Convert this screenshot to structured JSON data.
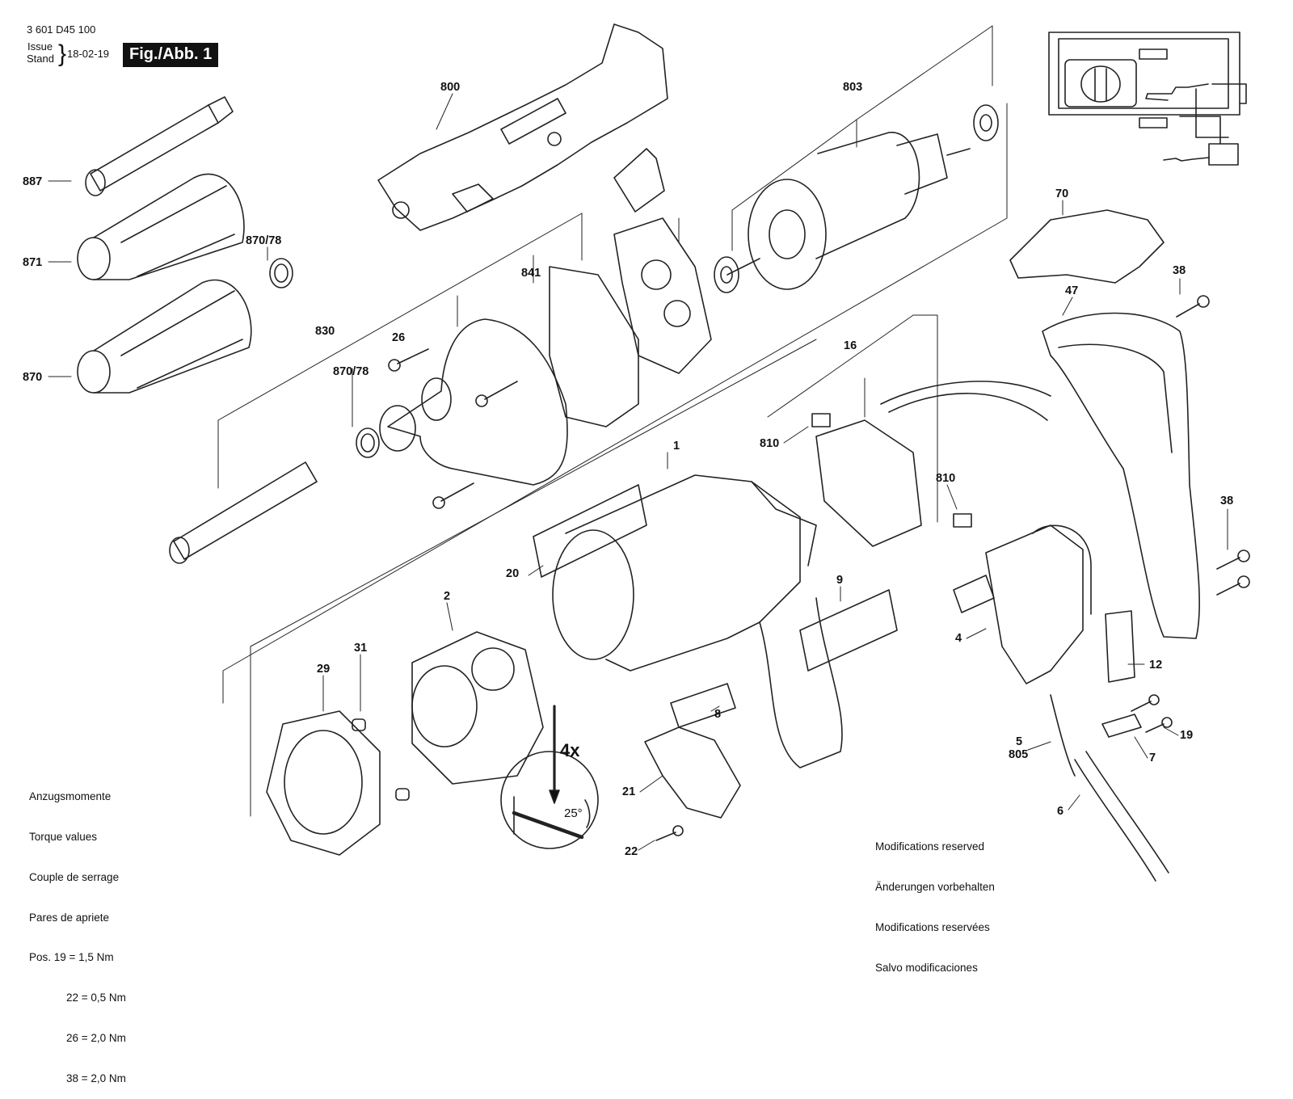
{
  "header": {
    "doc_number": "3 601 D45 100",
    "issue_label": "Issue",
    "stand_label": "Stand",
    "date": "18-02-19",
    "figure_label": "Fig./Abb. 1"
  },
  "part_labels": {
    "p800": "800",
    "p803": "803",
    "p887": "887",
    "p871": "871",
    "p870_78_top": "870/78",
    "p870": "870",
    "p841": "841",
    "p830": "830",
    "p26": "26",
    "p870_78_mid": "870/78",
    "p70": "70",
    "p38_top": "38",
    "p47": "47",
    "p16": "16",
    "p810_a": "810",
    "p810_b": "810",
    "p1": "1",
    "p20": "20",
    "p9": "9",
    "p38_mid": "38",
    "p2": "2",
    "p31": "31",
    "p29": "29",
    "p4": "4",
    "p12": "12",
    "p8": "8",
    "p21": "21",
    "p22": "22",
    "p19": "19",
    "p7": "7",
    "p5": "5",
    "p805": "805",
    "p6": "6"
  },
  "annotations": {
    "multiplier": "4x",
    "angle": "25°"
  },
  "torque_notes": {
    "line1": "Anzugsmomente",
    "line2": "Torque values",
    "line3": "Couple de serrage",
    "line4": "Pares de apriete",
    "line5": "Pos. 19 = 1,5 Nm",
    "line6": "22 = 0,5 Nm",
    "line7": "26 = 2,0 Nm",
    "line8": "38 = 2,0 Nm"
  },
  "modification_notes": {
    "line1": "Modifications reserved",
    "line2": "Änderungen vorbehalten",
    "line3": "Modifications reservées",
    "line4": "Salvo modificaciones"
  }
}
